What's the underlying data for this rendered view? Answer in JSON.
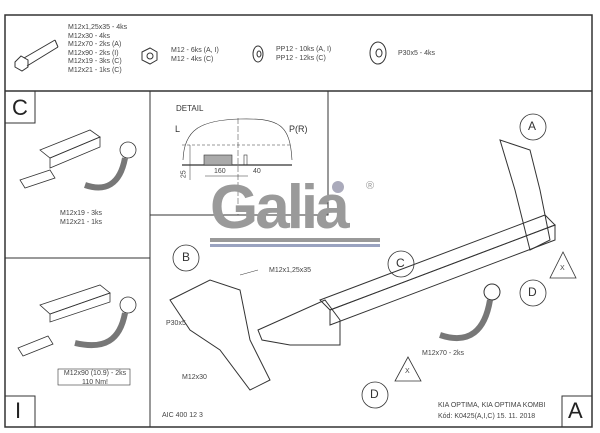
{
  "parts": {
    "bolts": [
      "M12x1,25x35 - 4ks",
      "M12x30 - 4ks",
      "M12x70 - 2ks (A)",
      "M12x90 - 2ks (I)",
      "M12x19 - 3ks (C)",
      "M12x21 - 1ks (C)"
    ],
    "nuts": [
      "M12 - 6ks (A, I)",
      "M12 - 4ks (C)"
    ],
    "washers": [
      "PP12 - 10ks (A, I)",
      "PP12 - 12ks (C)"
    ],
    "big_washer": [
      "P30x5 - 4ks"
    ]
  },
  "panel_c": {
    "letter": "C",
    "labels": [
      "M12x19 - 3ks",
      "M12x21 - 1ks"
    ]
  },
  "panel_i": {
    "letter": "I",
    "labels": [
      "M12x90 (10.9) - 2ks",
      "110 Nm!"
    ]
  },
  "detail": {
    "title": "DETAIL",
    "left": "L",
    "right": "P(R)",
    "dim_height": "25",
    "dim_a": "160",
    "dim_b": "40"
  },
  "logo": {
    "text": "Galia",
    "mark": "®"
  },
  "main": {
    "callouts": [
      "A",
      "B",
      "C",
      "D",
      "D"
    ],
    "warn": "X",
    "labels": {
      "b_bolt": "M12x1,25x35",
      "washer": "P30x5",
      "bolt30": "M12x30",
      "bolt70": "M12x70 - 2ks"
    }
  },
  "footer": {
    "code": "AIC 400 12 3",
    "model": "KIA OPTIMA, KIA OPTIMA KOMBI",
    "kod": "Kód: K0425(A,I,C)  15. 11. 2018",
    "variant": "A"
  }
}
